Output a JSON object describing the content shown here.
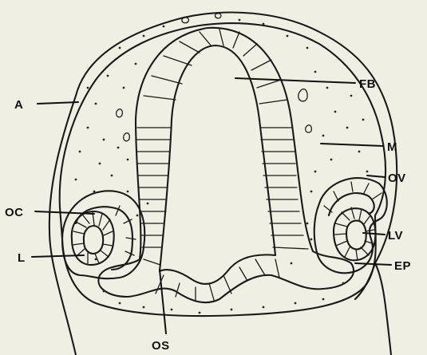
{
  "labels": {
    "A": "A",
    "FB": "FB",
    "M": "M",
    "OV": "OV",
    "OC": "OC",
    "LV": "LV",
    "L": "L",
    "EP": "EP",
    "OS": "OS"
  },
  "colors": {
    "background": "#efefe4",
    "ink": "#1a1a1a"
  }
}
